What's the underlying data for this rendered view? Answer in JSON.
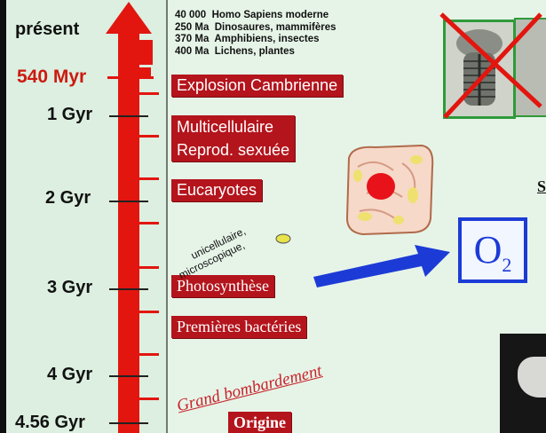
{
  "time_axis": {
    "labels": [
      {
        "text": "présent"
      },
      {
        "text": "540 Myr",
        "highlight": true
      },
      {
        "text": "1 Gyr"
      },
      {
        "text": "2 Gyr"
      },
      {
        "text": "3 Gyr"
      },
      {
        "text": "4 Gyr"
      },
      {
        "text": "4.56 Gyr"
      }
    ]
  },
  "recent_events": [
    "40 000  Homo Sapiens moderne",
    "250 Ma  Dinosaures, mammifères",
    "370 Ma  Amphibiens, insectes",
    "400 Ma  Lichens, plantes"
  ],
  "events": {
    "cambrian": "Explosion Cambrienne",
    "multicellular_1": "Multicellulaire",
    "multicellular_2": "Reprod. sexuée",
    "eukaryotes": "Eucaryotes",
    "photosynthesis": "Photosynthèse",
    "bacteria": "Premières bactéries",
    "origin": "Origine"
  },
  "annotations": {
    "unicellular_1": "unicellulaire,",
    "unicellular_2": "microscopique,",
    "bombardment": "Grand bombardement",
    "oxygen": "O",
    "oxygen_sub": "2",
    "edge_letter": "S"
  },
  "colors": {
    "axis_red": "#e2160f",
    "event_box": "#b4141c",
    "oxygen_blue": "#1c3bd6",
    "panel_bg": "#dcefe0"
  }
}
